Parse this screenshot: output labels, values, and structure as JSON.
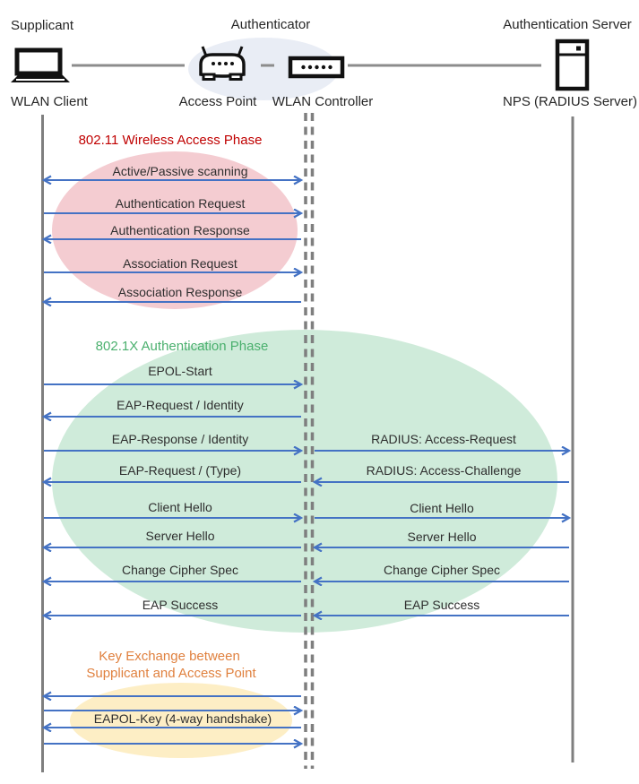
{
  "header": {
    "roles": {
      "supplicant": "Supplicant",
      "authenticator": "Authenticator",
      "auth_server": "Authentication Server"
    },
    "devices": {
      "wlan_client": "WLAN Client",
      "access_point": "Access Point",
      "wlan_controller": "WLAN Controller",
      "nps": "NPS (RADIUS Server)"
    },
    "icons": [
      "laptop-icon",
      "access-point-icon",
      "wlan-controller-icon",
      "server-icon"
    ]
  },
  "phases": {
    "wireless_access": {
      "title": "802.11 Wireless Access Phase",
      "color": "#C00000",
      "ellipse_fill": "#F4CCD1"
    },
    "authentication": {
      "title": "802.1X Authentication Phase",
      "color": "#4BB06E",
      "ellipse_fill": "#CFEBDA"
    },
    "key_exchange": {
      "title_line1": "Key Exchange between",
      "title_line2": "Supplicant and Access Point",
      "color": "#E0813F",
      "ellipse_fill": "#FDEEC5"
    }
  },
  "messages": {
    "scanning": "Active/Passive scanning",
    "auth_request": "Authentication Request",
    "auth_response": "Authentication Response",
    "assoc_request": "Association Request",
    "assoc_response": "Association Response",
    "epol_start": "EPOL-Start",
    "eap_request_identity": "EAP-Request / Identity",
    "eap_response_identity": "EAP-Response / Identity",
    "radius_access_request": "RADIUS: Access-Request",
    "eap_request_type": "EAP-Request / (Type)",
    "radius_access_challenge": "RADIUS: Access-Challenge",
    "client_hello_left": "Client Hello",
    "client_hello_right": "Client Hello",
    "server_hello_left": "Server Hello",
    "server_hello_right": "Server Hello",
    "change_cipher_left": "Change Cipher Spec",
    "change_cipher_right": "Change Cipher Spec",
    "eap_success_left": "EAP Success",
    "eap_success_right": "EAP Success",
    "eapol_key": "EAPOL-Key (4-way handshake)"
  },
  "colors": {
    "arrow_blue": "#4472C4",
    "lifeline_gray": "#7F7F7F",
    "authenticator_ellipse": "#E9EDF5",
    "icon_black": "#111111"
  }
}
